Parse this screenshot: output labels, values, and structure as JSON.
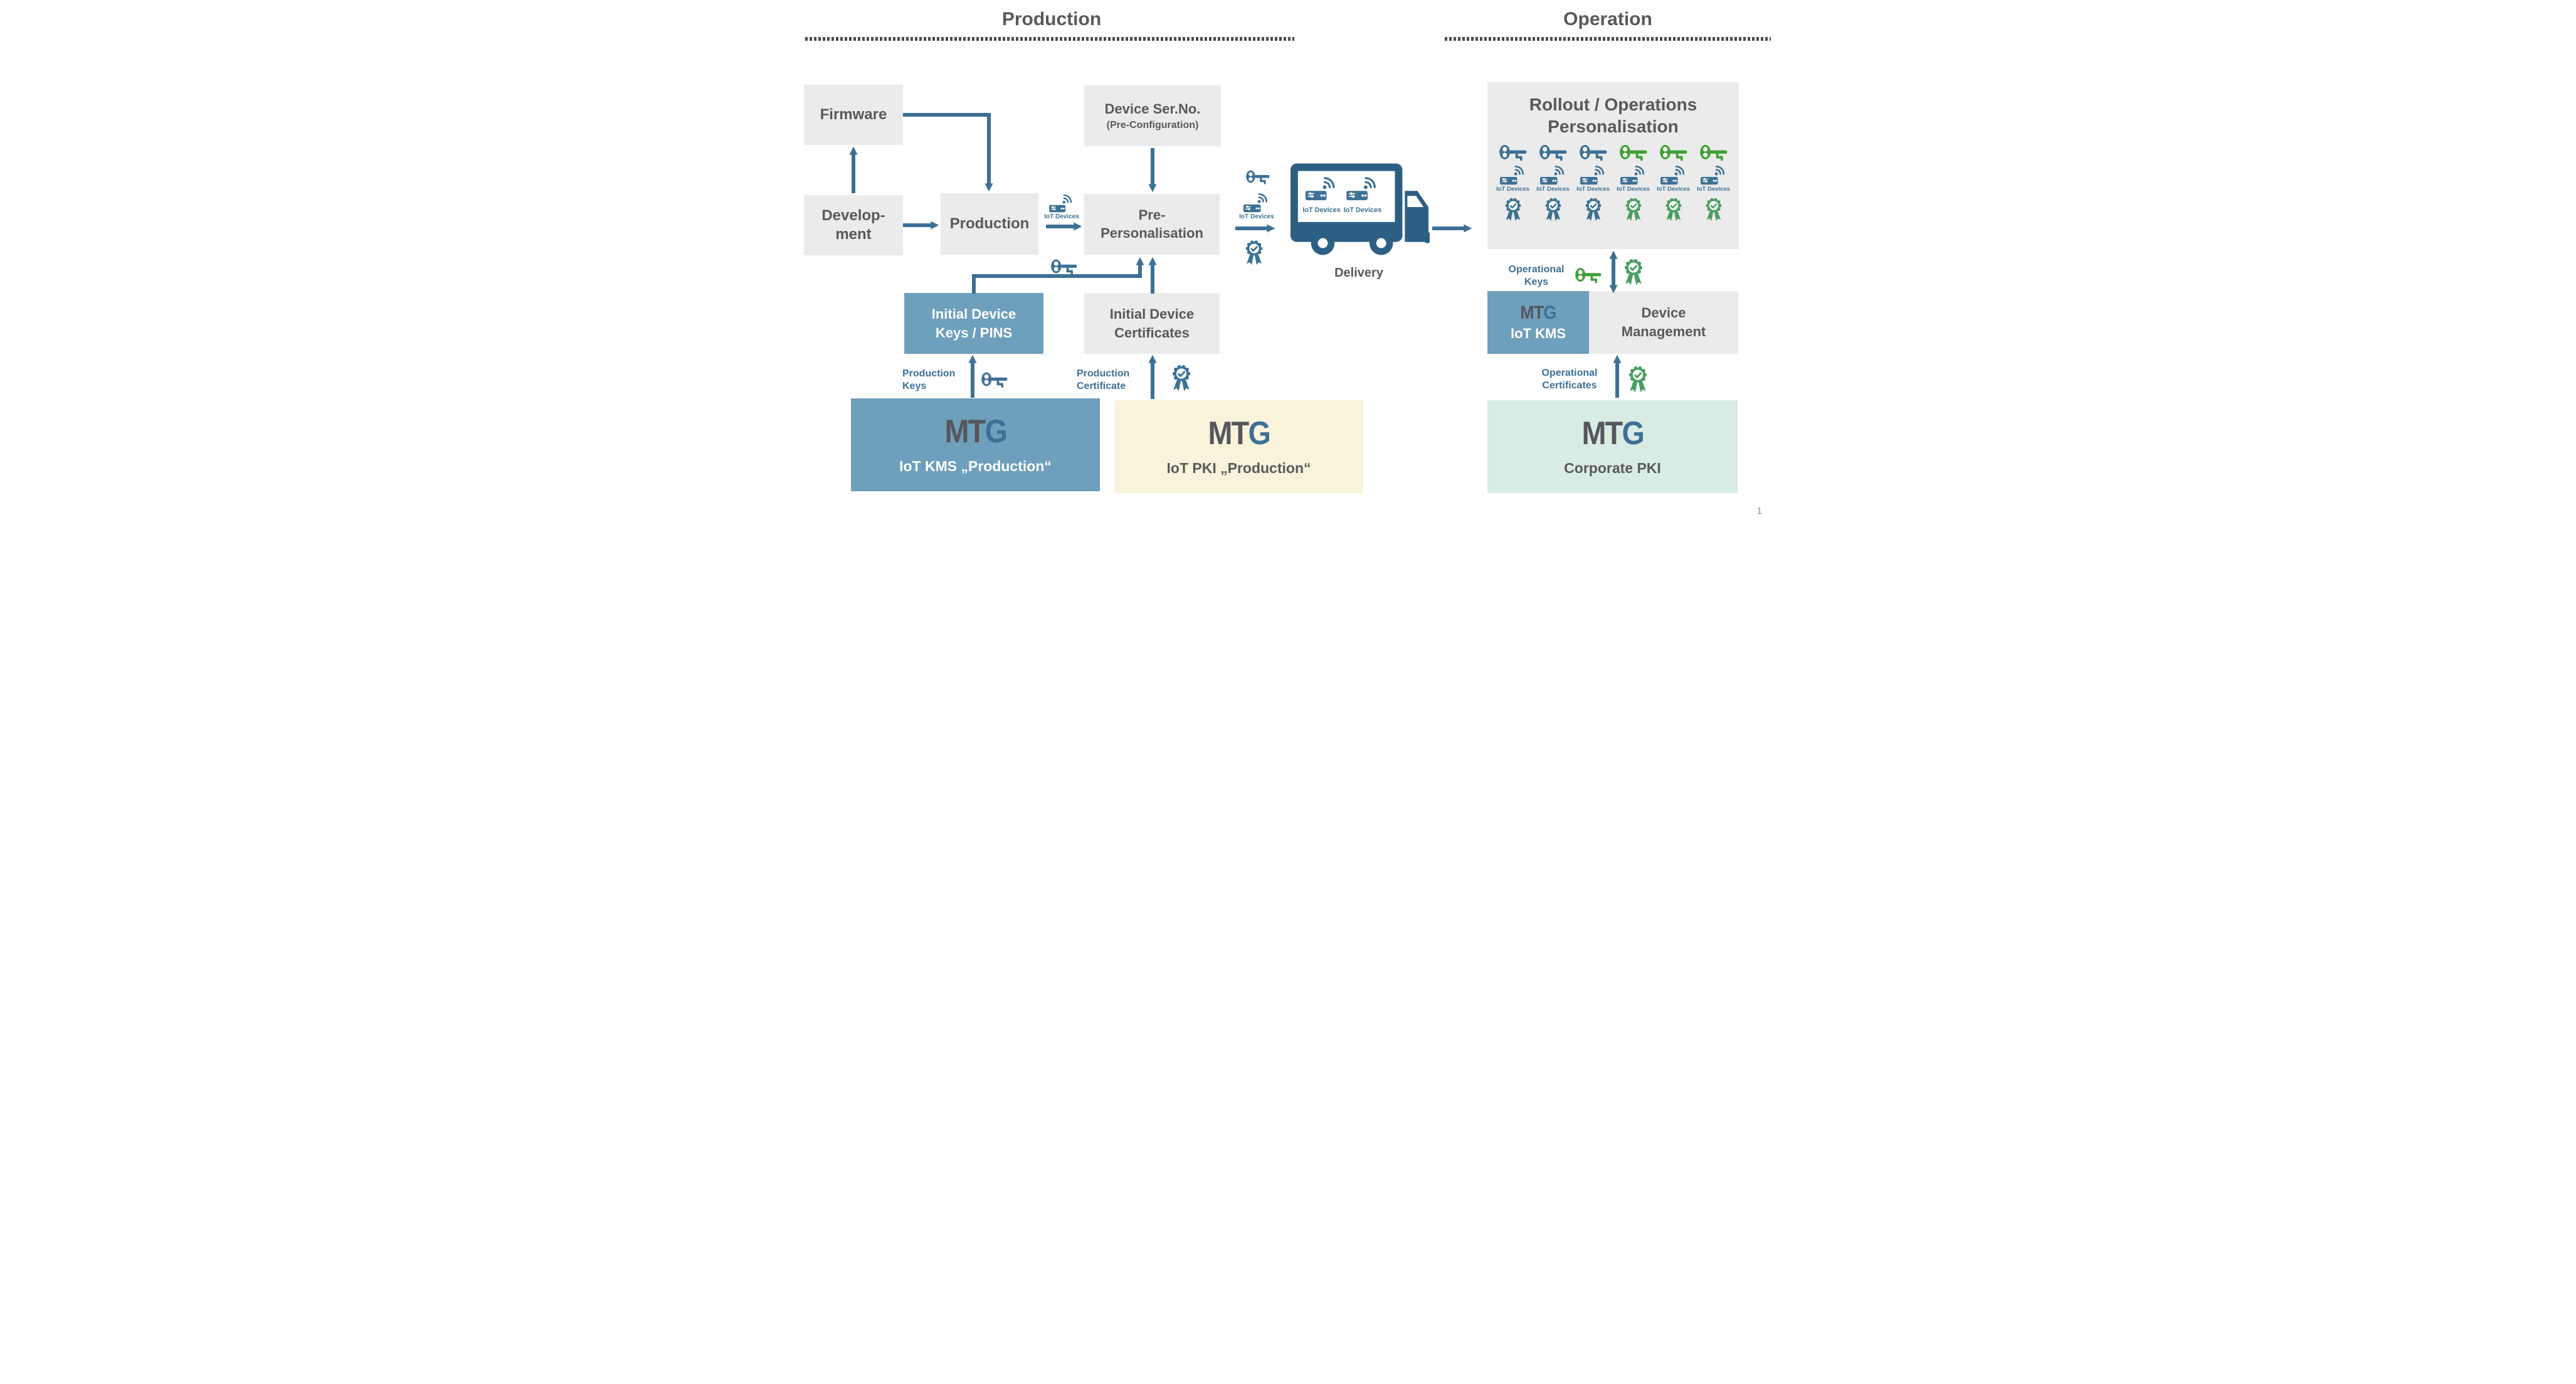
{
  "slide": {
    "page_number": "1"
  },
  "header": {
    "production_title": "Production",
    "operation_title": "Operation"
  },
  "production_section": {
    "firmware_box": "Firmware",
    "development_box": {
      "line1": "Develop-",
      "line2": "ment"
    },
    "production_box": "Production",
    "device_serno_box": {
      "line1": "Device Ser.No.",
      "line2": "(Pre-Configuration)"
    },
    "pre_personalisation_box": {
      "line1": "Pre-",
      "line2": "Personalisation"
    },
    "initial_device_keys_box": {
      "line1": "Initial Device",
      "line2": "Keys / PINS"
    },
    "initial_device_certificates_box": {
      "line1": "Initial Device",
      "line2": "Certificates"
    },
    "iot_devices_label": "IoT Devices",
    "production_keys_label": {
      "line1": "Production",
      "line2": "Keys"
    },
    "production_certificate_label": {
      "line1": "Production",
      "line2": "Certificate"
    },
    "mtg_iot_kms": {
      "brand_mt": "MT",
      "brand_g": "G",
      "subtitle": "IoT KMS „Production“"
    },
    "mtg_iot_pki": {
      "brand_mt": "MT",
      "brand_g": "G",
      "subtitle": "IoT PKI „Production“"
    }
  },
  "delivery_section": {
    "label": "Delivery",
    "iot_devices_label": "IoT Devices",
    "truck_device_label_1": "IoT Devices",
    "truck_device_label_2": "IoT Devices"
  },
  "operation_section": {
    "rollout_box": {
      "title_line1": "Rollout / Operations",
      "title_line2": "Personalisation",
      "iot_devices_label": "IoT Devices",
      "device_color": "#3C7195",
      "columns": [
        {
          "key_color": "#3C7195",
          "cert_color": "#3C7195"
        },
        {
          "key_color": "#3C7195",
          "cert_color": "#3C7195"
        },
        {
          "key_color": "#3C7195",
          "cert_color": "#3C7195"
        },
        {
          "key_color": "#3FA135",
          "cert_color": "#4A9E62"
        },
        {
          "key_color": "#3FA135",
          "cert_color": "#4A9E62"
        },
        {
          "key_color": "#3FA135",
          "cert_color": "#4A9E62"
        }
      ]
    },
    "operational_keys_label": {
      "line1": "Operational",
      "line2": "Keys"
    },
    "operational_certificates_label": {
      "line1": "Operational",
      "line2": "Certificates"
    },
    "mtg_iot_kms_small": {
      "brand_mt": "MT",
      "brand_g": "G",
      "subtitle": "IoT KMS"
    },
    "device_management_box": {
      "line1": "Device",
      "line2": "Management"
    },
    "mtg_corporate_pki": {
      "brand_mt": "MT",
      "brand_g": "G",
      "subtitle": "Corporate PKI"
    }
  },
  "colors": {
    "steel_blue": "#3C7195",
    "box_blue": "#6E9FBC",
    "box_gray": "#EBEBEB",
    "cream": "#F9F3DC",
    "mint": "#D8ECE4",
    "green_key": "#3FA135",
    "green_cert": "#4A9E62",
    "truck_blue": "#2D5F83",
    "text_dark": "#58595B",
    "label_blue": "#3F7096",
    "brand_mt": "#55575C",
    "brand_g": "#3E6F95"
  }
}
